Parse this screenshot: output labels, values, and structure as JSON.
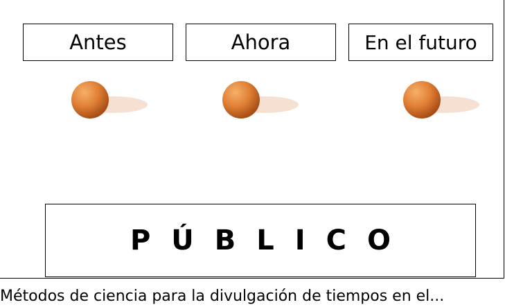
{
  "labels": {
    "antes": "Antes",
    "ahora": "Ahora",
    "futuro": "En el futuro"
  },
  "center_box": {
    "text": "PÚBLICO"
  },
  "caption": {
    "text": "Métodos de ciencia para la divulgación de tiempos en el..."
  },
  "colors": {
    "ball_light": "#f2a35a",
    "ball_dark": "#b0561a",
    "shadow": "#f6e0d2",
    "border": "#000000"
  }
}
